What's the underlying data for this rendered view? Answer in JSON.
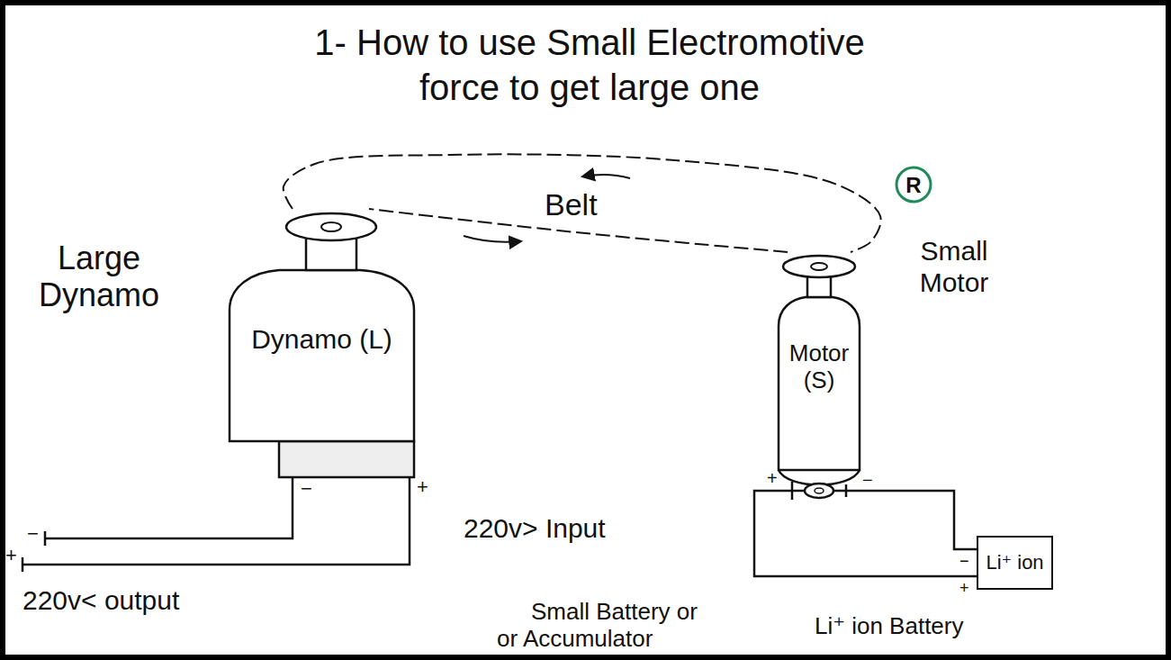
{
  "diagram": {
    "title": "1- How to use Small Electromotive force to get large one",
    "nodes": [
      {
        "text": [
          "Dynamo (L)"
        ]
      },
      {
        "text": [
          "Motor (S)"
        ]
      },
      {
        "text": [
          "Li⁺ ion"
        ]
      }
    ],
    "edges": [
      {
        "from": 0,
        "to": 1,
        "label": "Belt",
        "arrow": "none"
      },
      {
        "from": 1,
        "to": 2,
        "arrow": "none"
      },
      {
        "from": 1,
        "to": 2,
        "arrow": "none"
      }
    ],
    "labels": [
      "Large Dynamo",
      "R",
      "Small Motor",
      "−",
      "+",
      "220v> Input",
      "+",
      "−",
      "−",
      "+",
      "−",
      "+",
      "220v< output",
      "Small Battery or",
      "or Accumulator",
      "Li⁺ ion Battery"
    ]
  }
}
